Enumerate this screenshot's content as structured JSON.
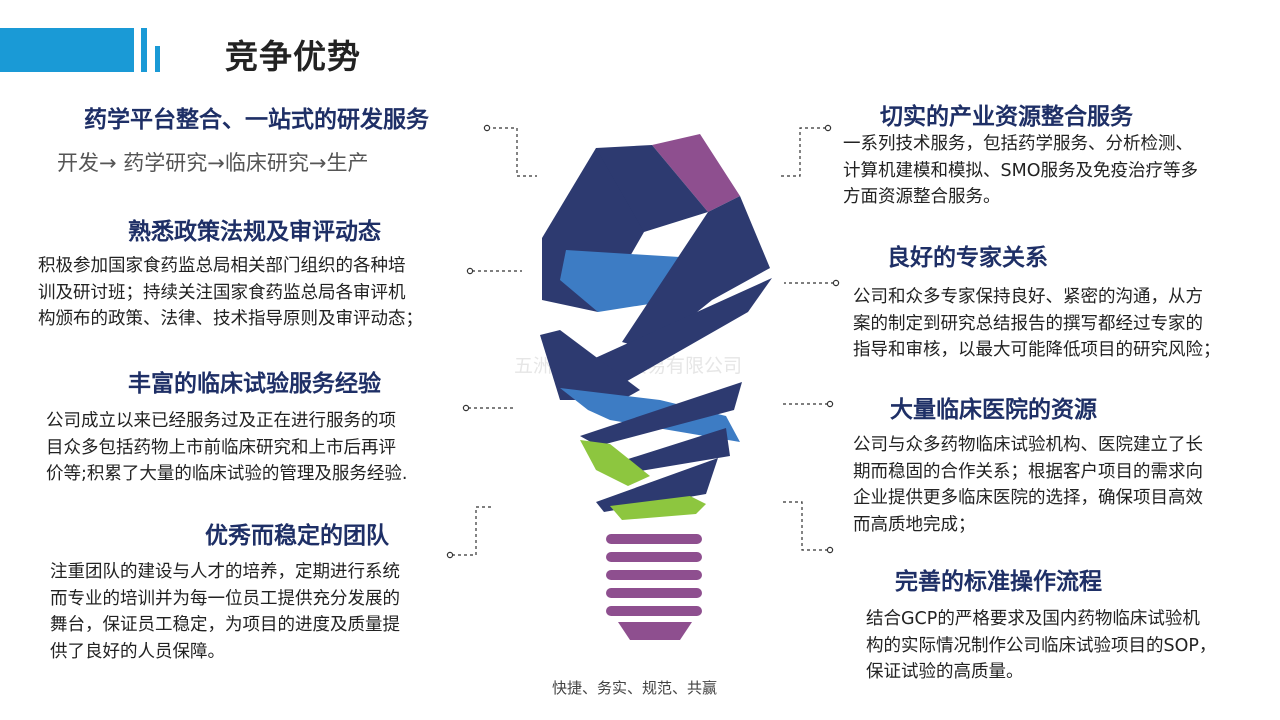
{
  "title": "竞争优势",
  "left": [
    {
      "heading": "药学平台整合、一站式的研发服务",
      "flow": "开发→ 药学研究→临床研究→生产"
    },
    {
      "heading": "熟悉政策法规及审评动态",
      "lines": [
        "积极参加国家食药监总局相关部门组织的各种培",
        "训及研讨班；持续关注国家食药监总局各审评机",
        "构颁布的政策、法律、技术指导原则及审评动态；"
      ]
    },
    {
      "heading": "丰富的临床试验服务经验",
      "lines": [
        "公司成立以来已经服务过及正在进行服务的项",
        "目众多包括药物上市前临床研究和上市后再评",
        "价等;积累了大量的临床试验的管理及服务经验."
      ]
    },
    {
      "heading": "优秀而稳定的团队",
      "lines": [
        "注重团队的建设与人才的培养，定期进行系统",
        "而专业的培训并为每一位员工提供充分发展的",
        "舞台，保证员工稳定，为项目的进度及质量提",
        "供了良好的人员保障。"
      ]
    }
  ],
  "right": [
    {
      "heading": "切实的产业资源整合服务",
      "lines": [
        "一系列技术服务，包括药学服务、分析检测、",
        "计算机建模和模拟、SMO服务及免疫治疗等多",
        "方面资源整合服务。"
      ]
    },
    {
      "heading": "良好的专家关系",
      "lines": [
        "公司和众多专家保持良好、紧密的沟通，从方",
        "案的制定到研究总结报告的撰写都经过专家的",
        "指导和审核，以最大可能降低项目的研究风险；"
      ]
    },
    {
      "heading": "大量临床医院的资源",
      "lines": [
        "公司与众多药物临床试验机构、医院建立了长",
        "期而稳固的合作关系；根据客户项目的需求向",
        "企业提供更多临床医院的选择，确保项目高效",
        "而高质地完成；"
      ]
    },
    {
      "heading": "完善的标准操作流程",
      "lines": [
        "结合GCP的严格要求及国内药物临床试验机",
        "构的实际情况制作公司临床试验项目的SOP，",
        "保证试验的高质量。"
      ]
    }
  ],
  "watermark": "五洲药物国际贸易有限公司",
  "slogan": "快捷、务实、规范、共赢",
  "colors": {
    "accent": "#1a9ad6",
    "navy": "#2d3a70",
    "blue": "#3d7cc4",
    "purple": "#8e4f8f",
    "green": "#8dc63f",
    "heading": "#1e2f66"
  }
}
